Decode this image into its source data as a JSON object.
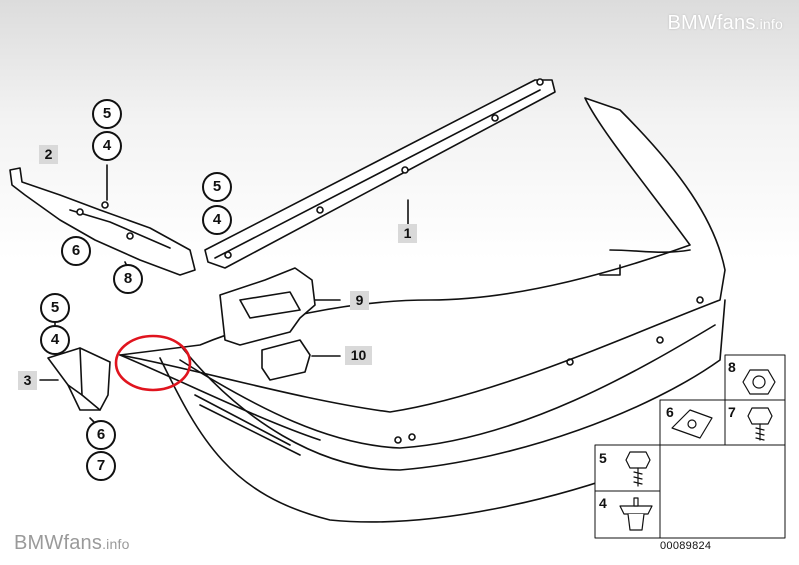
{
  "watermark": {
    "brand": "BMWfans",
    "suffix": ".info"
  },
  "callouts": {
    "p1": "1",
    "p2": "2",
    "p3": "3",
    "p9": "9",
    "p10": "10",
    "c5a": "5",
    "c4a": "4",
    "c6a": "6",
    "c8a": "8",
    "c5b": "5",
    "c4b": "4",
    "c5c": "5",
    "c4c": "4",
    "c6c": "6",
    "c7c": "7"
  },
  "kit": {
    "k8": "8",
    "k6": "6",
    "k7": "7",
    "k5": "5",
    "k4": "4"
  },
  "reference_code": "00089824",
  "colors": {
    "line": "#111111",
    "highlight_circle": "#e0141e",
    "label_bg": "#d9d9d9"
  }
}
